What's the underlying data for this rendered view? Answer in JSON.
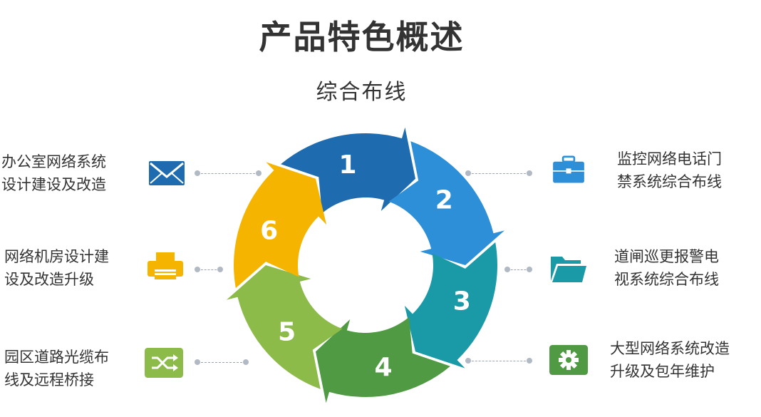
{
  "title": "产品特色概述",
  "subtitle": "综合布线",
  "segments": [
    {
      "num": "1",
      "color": "#1f6bb0"
    },
    {
      "num": "2",
      "color": "#2d8fd8"
    },
    {
      "num": "3",
      "color": "#1a9aa6"
    },
    {
      "num": "4",
      "color": "#4f9a43"
    },
    {
      "num": "5",
      "color": "#8dbb4a"
    },
    {
      "num": "6",
      "color": "#f4b400"
    }
  ],
  "items": {
    "left1": {
      "line1": "办公室网络系统",
      "line2": "设计建设及改造",
      "icon": "envelope-icon",
      "color": "#1f6bb0"
    },
    "left2": {
      "line1": "网络机房设计建",
      "line2": "设及改造升级",
      "icon": "printer-icon",
      "color": "#f4b400"
    },
    "left3": {
      "line1": "园区道路光缆布",
      "line2": "线及远程桥接",
      "icon": "shuffle-icon",
      "color": "#8dbb4a"
    },
    "right1": {
      "line1": "监控网络电话门",
      "line2": "禁系统综合布线",
      "icon": "briefcase-icon",
      "color": "#2d8fd8"
    },
    "right2": {
      "line1": "道闸巡更报警电",
      "line2": "视系统综合布线",
      "icon": "folder-icon",
      "color": "#1a9aa6"
    },
    "right3": {
      "line1": "大型网络系统改造",
      "line2": "升级及包年维护",
      "icon": "gear-icon",
      "color": "#4f9a43"
    }
  }
}
